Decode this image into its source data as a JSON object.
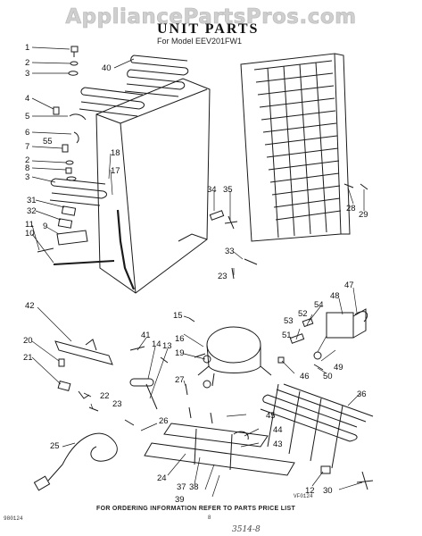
{
  "watermark": "AppliancePartsPros.com",
  "title": "UNIT PARTS",
  "model_line": "For Model EEV201FW1",
  "footer_note": "FOR ORDERING INFORMATION REFER TO PARTS PRICE LIST",
  "doc_code": "980124",
  "figure_code": "VF0124",
  "page_mark": "8",
  "handwritten_note": "3514-8",
  "callouts": [
    {
      "id": "c1",
      "text": "1"
    },
    {
      "id": "c2",
      "text": "2"
    },
    {
      "id": "c3",
      "text": "3"
    },
    {
      "id": "c4",
      "text": "4"
    },
    {
      "id": "c5",
      "text": "5"
    },
    {
      "id": "c6",
      "text": "6"
    },
    {
      "id": "c7",
      "text": "7"
    },
    {
      "id": "c55",
      "text": "55"
    },
    {
      "id": "c2b",
      "text": "2"
    },
    {
      "id": "c8",
      "text": "8"
    },
    {
      "id": "c3b",
      "text": "3"
    },
    {
      "id": "c40",
      "text": "40"
    },
    {
      "id": "c18",
      "text": "18"
    },
    {
      "id": "c17",
      "text": "17"
    },
    {
      "id": "c31",
      "text": "31"
    },
    {
      "id": "c32",
      "text": "32"
    },
    {
      "id": "c9",
      "text": "9"
    },
    {
      "id": "c11",
      "text": "11"
    },
    {
      "id": "c10",
      "text": "10"
    },
    {
      "id": "c34",
      "text": "34"
    },
    {
      "id": "c35",
      "text": "35"
    },
    {
      "id": "c33",
      "text": "33"
    },
    {
      "id": "c23",
      "text": "23"
    },
    {
      "id": "c28",
      "text": "28"
    },
    {
      "id": "c29",
      "text": "29"
    },
    {
      "id": "c42",
      "text": "42"
    },
    {
      "id": "c20",
      "text": "20"
    },
    {
      "id": "c21",
      "text": "21"
    },
    {
      "id": "c22",
      "text": "22"
    },
    {
      "id": "c23b",
      "text": "23"
    },
    {
      "id": "c41",
      "text": "41"
    },
    {
      "id": "c14",
      "text": "14"
    },
    {
      "id": "c13",
      "text": "13"
    },
    {
      "id": "c15",
      "text": "15"
    },
    {
      "id": "c16",
      "text": "16"
    },
    {
      "id": "c19",
      "text": "19"
    },
    {
      "id": "c27",
      "text": "27"
    },
    {
      "id": "c26",
      "text": "26"
    },
    {
      "id": "c25",
      "text": "25"
    },
    {
      "id": "c24",
      "text": "24"
    },
    {
      "id": "c37",
      "text": "37"
    },
    {
      "id": "c38",
      "text": "38"
    },
    {
      "id": "c39",
      "text": "39"
    },
    {
      "id": "c47",
      "text": "47"
    },
    {
      "id": "c48",
      "text": "48"
    },
    {
      "id": "c54",
      "text": "54"
    },
    {
      "id": "c52",
      "text": "52"
    },
    {
      "id": "c53",
      "text": "53"
    },
    {
      "id": "c51",
      "text": "51"
    },
    {
      "id": "c49",
      "text": "49"
    },
    {
      "id": "c50",
      "text": "50"
    },
    {
      "id": "c46",
      "text": "46"
    },
    {
      "id": "c36",
      "text": "36"
    },
    {
      "id": "c45",
      "text": "45"
    },
    {
      "id": "c44",
      "text": "44"
    },
    {
      "id": "c43",
      "text": "43"
    },
    {
      "id": "c12",
      "text": "12"
    },
    {
      "id": "c30",
      "text": "30"
    }
  ]
}
